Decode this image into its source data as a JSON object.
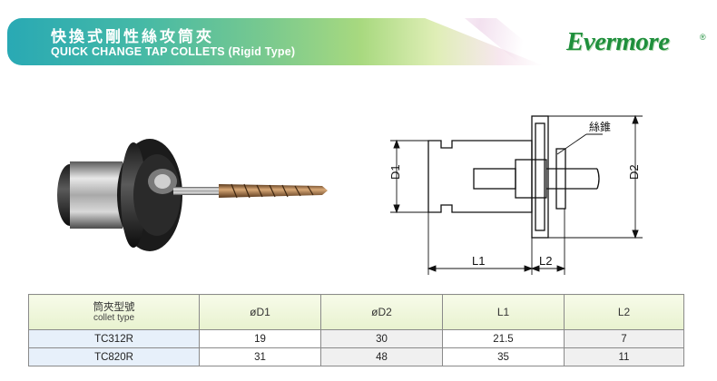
{
  "header": {
    "title_cn": "快換式剛性絲攻筒夾",
    "title_en": "QUICK CHANGE TAP COLLETS (Rigid Type)",
    "brand": "Evermore",
    "brand_mark": "®"
  },
  "diagram": {
    "label_d1": "D1",
    "label_d2": "D2",
    "label_l1": "L1",
    "label_l2": "L2",
    "label_tap": "絲錐"
  },
  "table": {
    "headers": {
      "type_cn": "筒夾型號",
      "type_en": "collet type",
      "d1": "øD1",
      "d2": "øD2",
      "l1": "L1",
      "l2": "L2"
    },
    "rows": [
      {
        "type": "TC312R",
        "d1": "19",
        "d2": "30",
        "l1": "21.5",
        "l2": "7"
      },
      {
        "type": "TC820R",
        "d1": "31",
        "d2": "48",
        "l1": "35",
        "l2": "11"
      }
    ]
  },
  "colors": {
    "banner_start": "#29a9b4",
    "banner_mid": "#a8d97f",
    "brand_green": "#1f8f3c",
    "table_header_bg": "#eef5dc",
    "type_cell_bg": "#e7f0fa"
  }
}
